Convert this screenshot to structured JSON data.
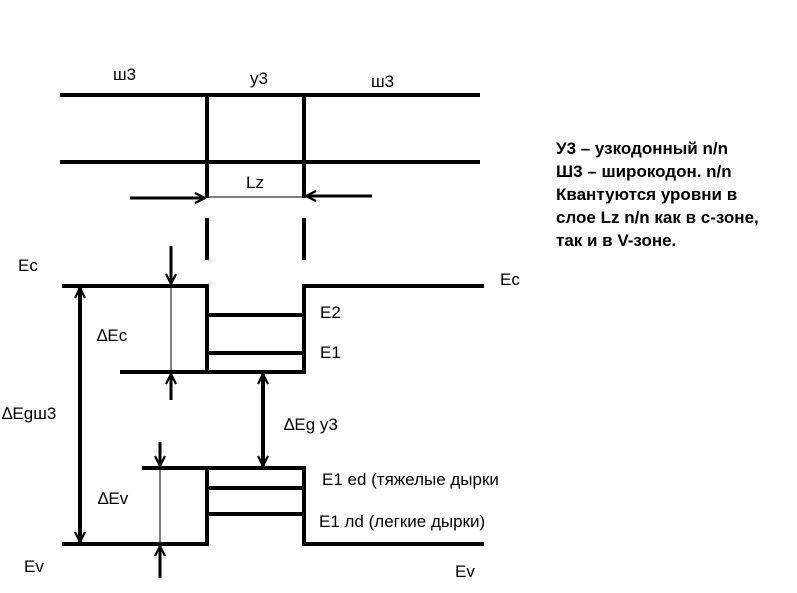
{
  "labels": {
    "left_wide": "ш3",
    "center_narrow": "у3",
    "right_wide": "ш3",
    "lz": "Lz",
    "ec_left": "Ec",
    "ec_right": "Ec",
    "delta_ec": "∆Ec",
    "delta_eg_wide": "∆Egш3",
    "e2": "E2",
    "e1": "E1",
    "delta_eg_narrow": "∆Eg у3",
    "e1_heavy": "E1 ed (тяжелые дырки",
    "delta_ev": "∆Ev",
    "e1_light": "E1 лd (легкие дырки)",
    "ev_left": "Ev",
    "ev_right": "Ev"
  },
  "legend": {
    "line1": "У3 – узкодонный n/n",
    "line2": "Ш3 – широкодон. n/n",
    "line3": "Квантуются уровни в",
    "line4": "слое Lz n/n как в с-зоне,",
    "line5": "так и в V-зоне."
  }
}
